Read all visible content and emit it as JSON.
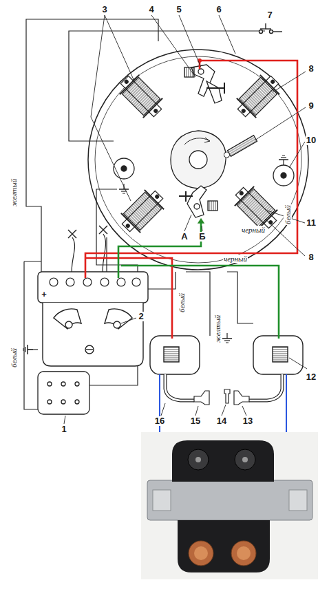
{
  "diagram": {
    "labels": [
      "3",
      "4",
      "5",
      "6",
      "7",
      "8",
      "9",
      "10",
      "11",
      "8",
      "А",
      "Б",
      "желтый",
      "черный",
      "белый",
      "черный",
      "+",
      "2",
      "белый",
      "желтый",
      "белый",
      "1",
      "16",
      "15",
      "14",
      "13",
      "12"
    ]
  }
}
